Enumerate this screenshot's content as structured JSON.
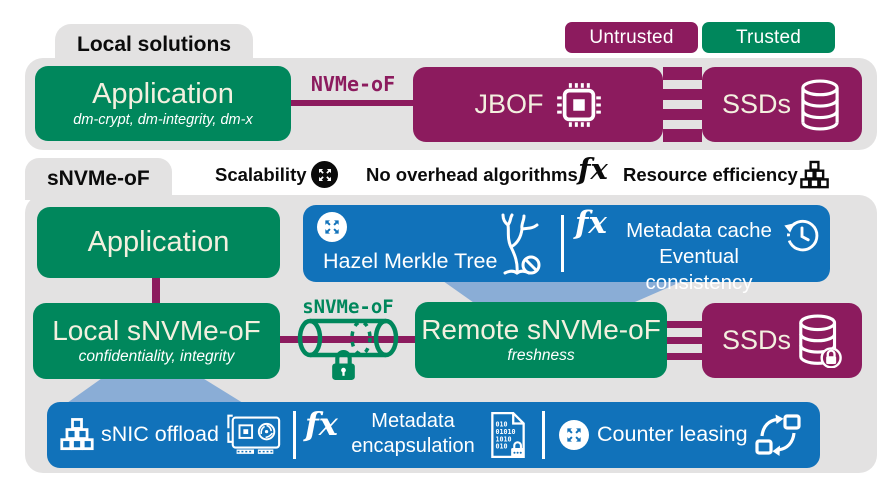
{
  "legend": {
    "untrusted_label": "Untrusted",
    "trusted_label": "Trusted"
  },
  "top_panel": {
    "tab_label": "Local solutions",
    "app_title": "Application",
    "app_subtitle": "dm-crypt, dm-integrity, dm-x",
    "link_label": "NVMe-oF",
    "jbof_label": "JBOF",
    "ssds_label": "SSDs"
  },
  "features": {
    "scalability_label": "Scalability",
    "no_overhead_label": "No overhead algorithms",
    "fx_glyph": "fx",
    "resource_efficiency_label": "Resource efficiency"
  },
  "bottom_panel": {
    "tab_label": "sNVMe-oF",
    "app_title": "Application",
    "merkle_label": "Hazel Merkle Tree",
    "fx_cache_glyph": "fx",
    "cache_line1": "Metadata cache",
    "cache_line2": "Eventual consistency",
    "local_title": "Local sNVMe-oF",
    "local_subtitle": "confidentiality, integrity",
    "link_label": "sNVMe-oF",
    "remote_title": "Remote sNVMe-oF",
    "remote_subtitle": "freshness",
    "ssds_label": "SSDs",
    "snic_label": "sNIC offload",
    "fx_encap_glyph": "fx",
    "encap_line1": "Metadata",
    "encap_line2": "encapsulation",
    "counter_label": "Counter leasing",
    "binary_lines": {
      "l1": "010",
      "l2": "01010",
      "l3": "1010",
      "l4": "010"
    }
  },
  "colors": {
    "green": "#00875c",
    "purple": "#8c1b5e",
    "blue": "#1172ba",
    "light_blue": "#8aadd6",
    "panel_gray": "#e3e2e2"
  }
}
